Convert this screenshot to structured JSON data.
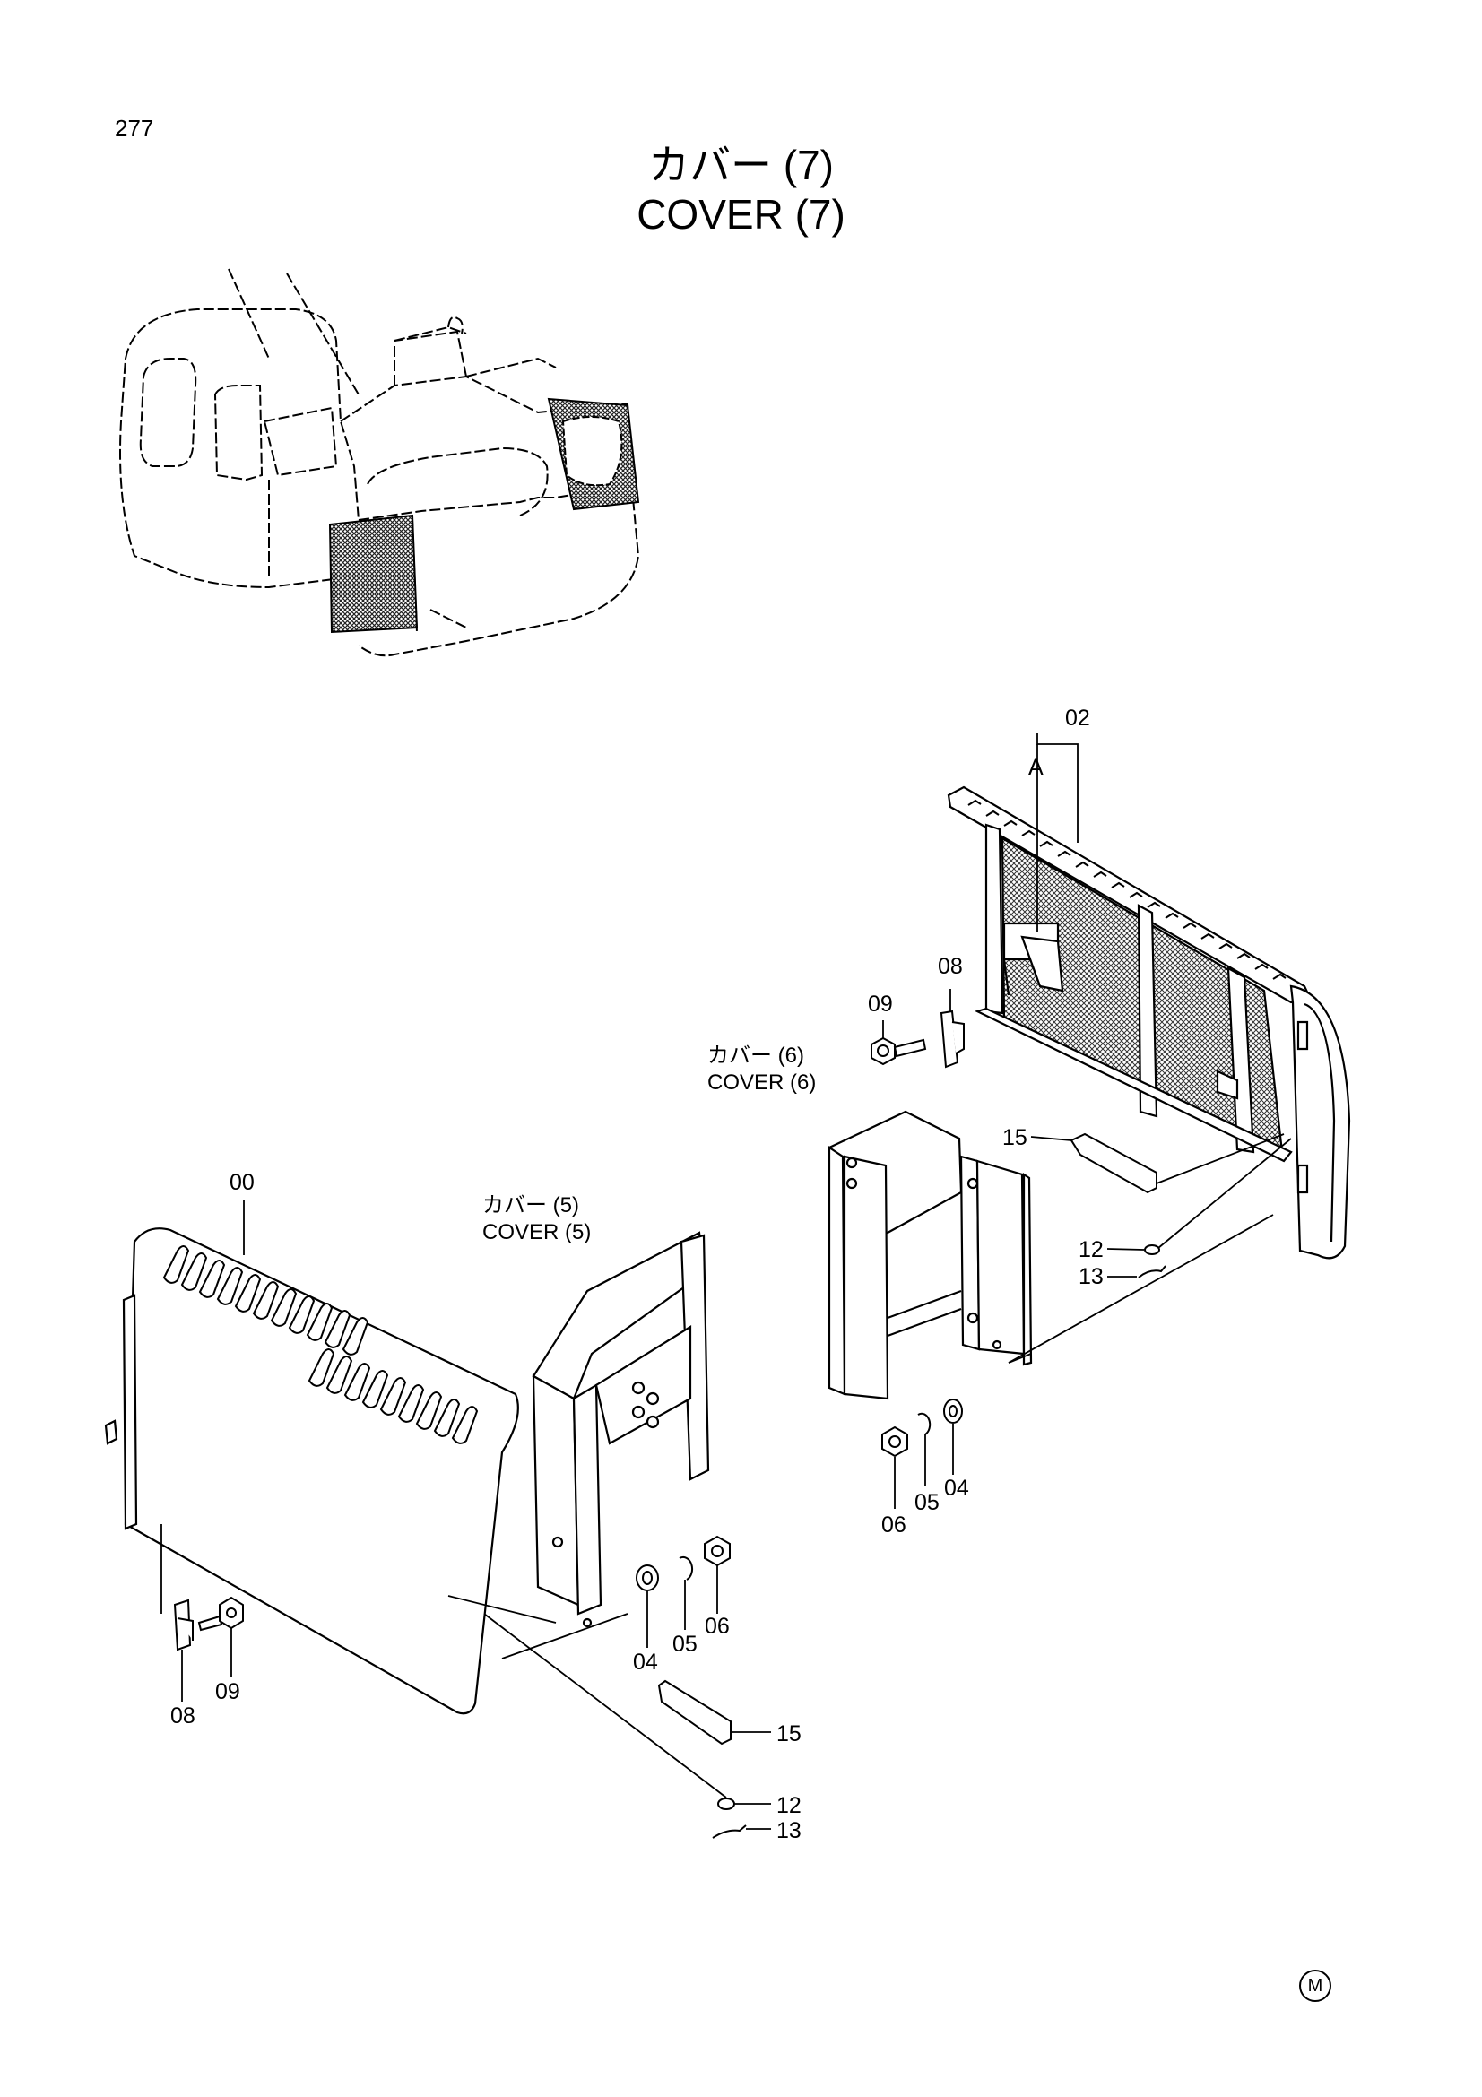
{
  "page_number": "277",
  "title_jp": "カバー (7)",
  "title_en": "COVER (7)",
  "labels": {
    "cover6_jp": "カバー (6)",
    "cover6_en": "COVER (6)",
    "cover5_jp": "カバー (5)",
    "cover5_en": "COVER (5)",
    "detail_a": "A"
  },
  "callouts": {
    "c02": "02",
    "c09_top": "09",
    "c08_top": "08",
    "c15_top": "15",
    "c12_top": "12",
    "c13_top": "13",
    "c06_top": "06",
    "c05_top": "05",
    "c04_top": "04",
    "c00": "00",
    "c04_bot": "04",
    "c05_bot": "05",
    "c06_bot": "06",
    "c08_bot": "08",
    "c09_bot": "09",
    "c15_bot": "15",
    "c12_bot": "12",
    "c13_bot": "13"
  },
  "mark": "M"
}
